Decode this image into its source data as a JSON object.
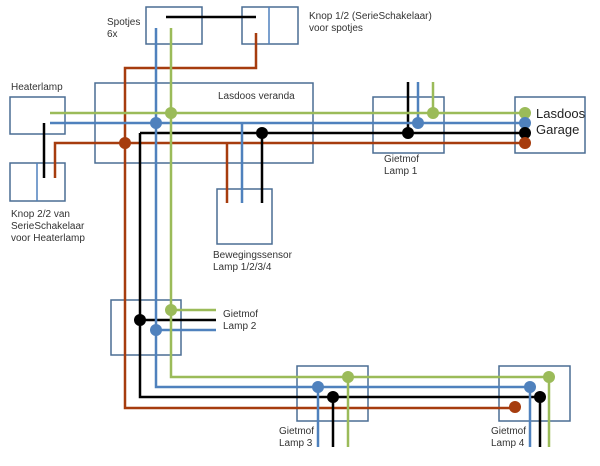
{
  "colors": {
    "box": "#4a6d94",
    "green": "#9bbb59",
    "blue": "#4f81bd",
    "black": "#000000",
    "brown": "#a63c0e"
  },
  "labels": {
    "spotjes": "Spotjes\n6x",
    "knop1": "Knop 1/2 (SerieSchakelaar)\nvoor spotjes",
    "heaterlamp": "Heaterlamp",
    "knop2": "Knop 2/2 van\nSerieSchakelaar\nvoor Heaterlamp",
    "lasdoos_veranda": "Lasdoos veranda",
    "gietmof_lamp1": "Gietmof\nLamp 1",
    "lasdoos_garage": "Lasdoos\nGarage",
    "bewegingssensor": "Bewegingssensor\nLamp 1/2/3/4",
    "gietmof_lamp2": "Gietmof\nLamp 2",
    "gietmof_lamp3": "Gietmof\nLamp 3",
    "gietmof_lamp4": "Gietmof\nLamp 4"
  },
  "components": [
    {
      "id": "spotjes",
      "name": "Spotjes 6x"
    },
    {
      "id": "knop1",
      "name": "Knop 1/2 (SerieSchakelaar) voor spotjes"
    },
    {
      "id": "heaterlamp",
      "name": "Heaterlamp"
    },
    {
      "id": "knop2",
      "name": "Knop 2/2 van SerieSchakelaar voor Heaterlamp"
    },
    {
      "id": "lasdoos_veranda",
      "name": "Lasdoos veranda"
    },
    {
      "id": "gietmof_lamp1",
      "name": "Gietmof Lamp 1"
    },
    {
      "id": "lasdoos_garage",
      "name": "Lasdoos Garage"
    },
    {
      "id": "bewegingssensor",
      "name": "Bewegingssensor Lamp 1/2/3/4"
    },
    {
      "id": "gietmof_lamp2",
      "name": "Gietmof Lamp 2"
    },
    {
      "id": "gietmof_lamp3",
      "name": "Gietmof Lamp 3"
    },
    {
      "id": "gietmof_lamp4",
      "name": "Gietmof Lamp 4"
    }
  ],
  "wires": [
    "green",
    "blue",
    "black",
    "brown"
  ]
}
